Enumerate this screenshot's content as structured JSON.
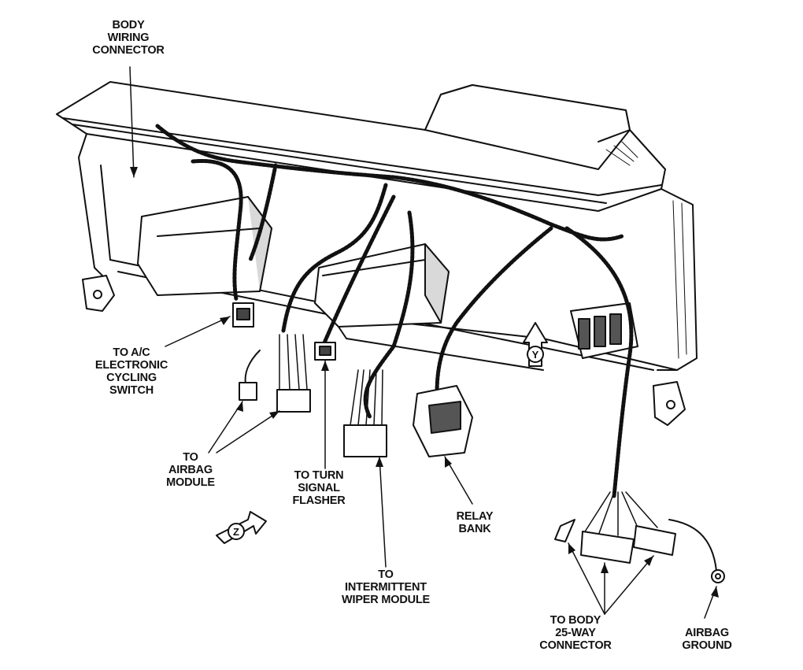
{
  "labels": {
    "body_wiring_connector": [
      "BODY",
      "WIRING",
      "CONNECTOR"
    ],
    "ac_cycling_switch": [
      "TO A/C",
      "ELECTRONIC",
      "CYCLING",
      "SWITCH"
    ],
    "airbag_module": [
      "TO",
      "AIRBAG",
      "MODULE"
    ],
    "turn_signal_flasher": [
      "TO TURN",
      "SIGNAL",
      "FLASHER"
    ],
    "intermittent_wiper_module": [
      "TO",
      "INTERMITTENT",
      "WIPER MODULE"
    ],
    "relay_bank": [
      "RELAY",
      "BANK"
    ],
    "body_25way_connector": [
      "TO BODY",
      "25-WAY",
      "CONNECTOR"
    ],
    "airbag_ground": [
      "AIRBAG",
      "GROUND"
    ]
  },
  "view_arrows": {
    "y": "Y",
    "z": "Z"
  },
  "colors": {
    "ink": "#111111",
    "paper": "#ffffff",
    "shade": "#d9d9d9"
  }
}
